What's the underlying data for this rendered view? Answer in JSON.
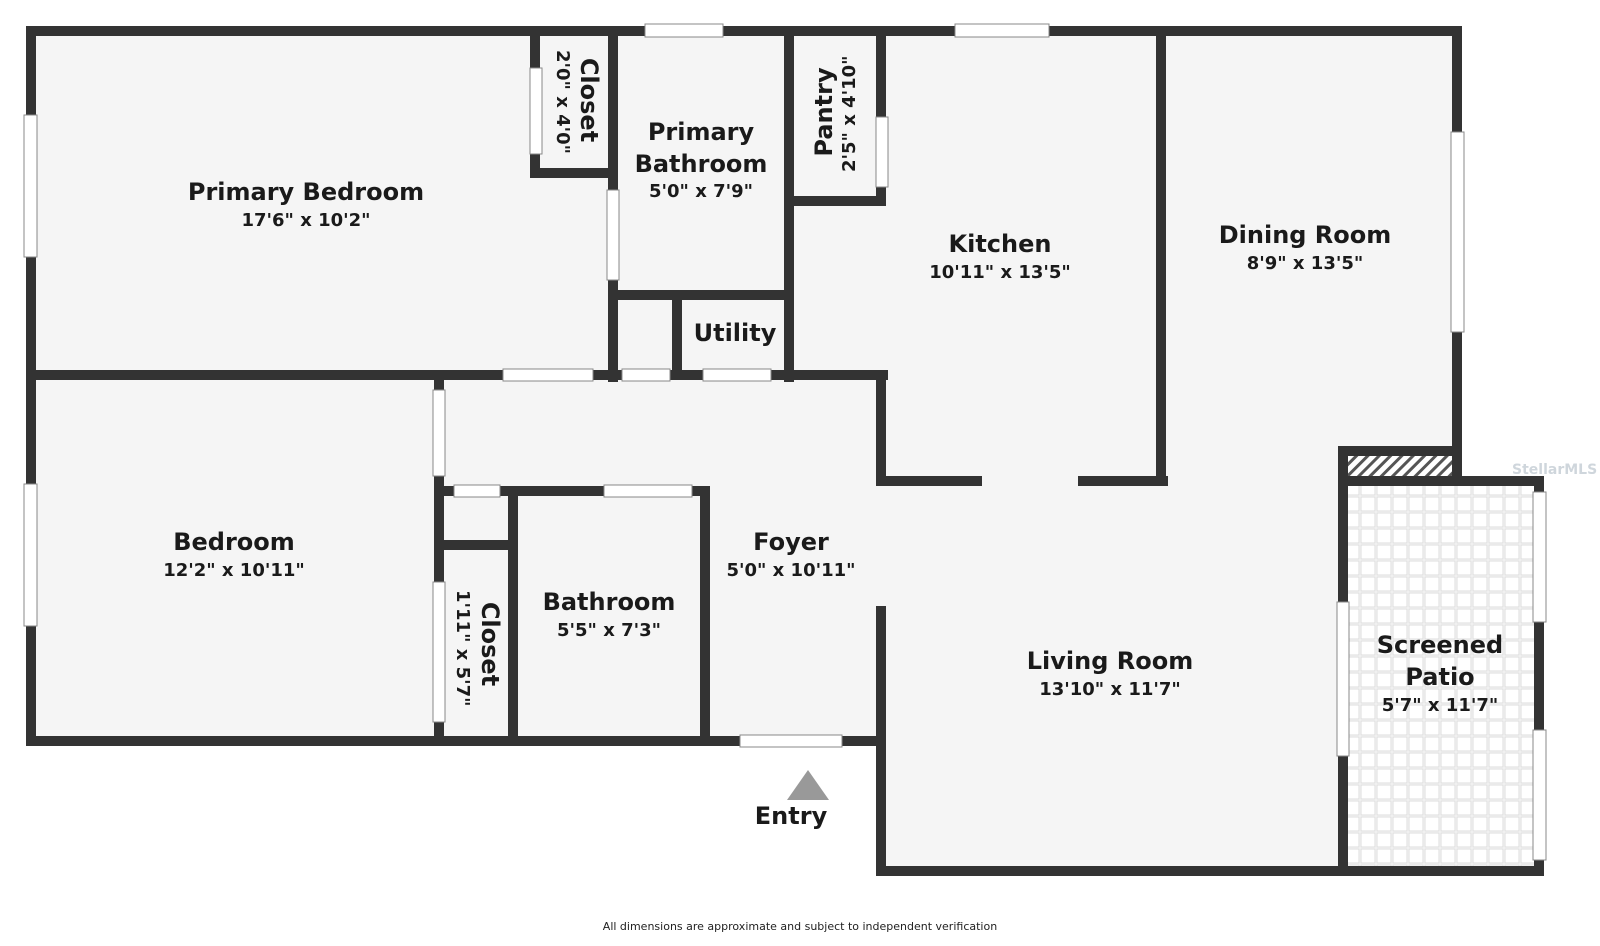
{
  "rooms": {
    "primary_bedroom": {
      "name": "Primary Bedroom",
      "dims": "17'6\" x 10'2\""
    },
    "closet_1": {
      "name": "Closet",
      "dims": "2'0\" x 4'0\""
    },
    "primary_bathroom": {
      "name_1": "Primary",
      "name_2": "Bathroom",
      "dims": "5'0\" x 7'9\""
    },
    "pantry": {
      "name": "Pantry",
      "dims": "2'5\" x 4'10\""
    },
    "kitchen": {
      "name": "Kitchen",
      "dims": "10'11\" x 13'5\""
    },
    "dining_room": {
      "name": "Dining Room",
      "dims": "8'9\" x 13'5\""
    },
    "utility": {
      "name": "Utility"
    },
    "bedroom": {
      "name": "Bedroom",
      "dims": "12'2\" x 10'11\""
    },
    "closet_2": {
      "name": "Closet",
      "dims": "1'11\" x 5'7\""
    },
    "bathroom": {
      "name": "Bathroom",
      "dims": "5'5\" x 7'3\""
    },
    "foyer": {
      "name": "Foyer",
      "dims": "5'0\" x 10'11\""
    },
    "living_room": {
      "name": "Living Room",
      "dims": "13'10\" x 11'7\""
    },
    "screened_patio": {
      "name_1": "Screened",
      "name_2": "Patio",
      "dims": "5'7\" x 11'7\""
    }
  },
  "entry_label": "Entry",
  "footer_note": "All dimensions are approximate and subject to independent verification",
  "watermark": "StellarMLS",
  "colors": {
    "wall": "#333333",
    "floor": "#f5f5f5",
    "window": "#ffffff",
    "arrow": "#999999"
  }
}
